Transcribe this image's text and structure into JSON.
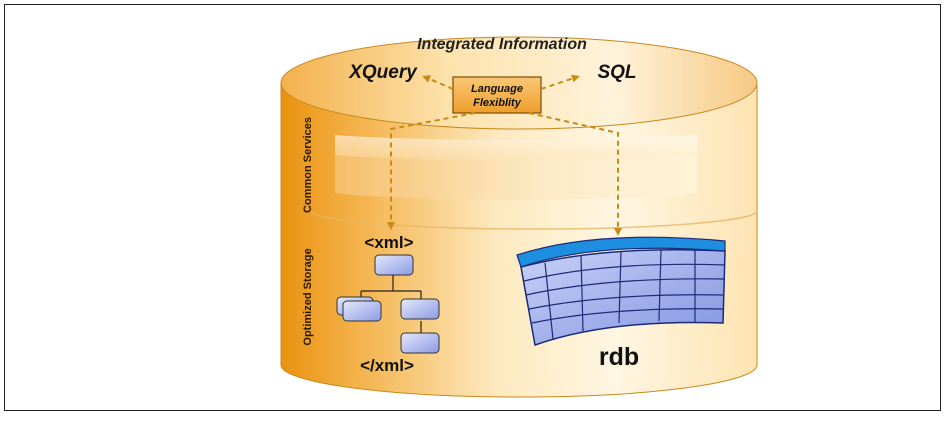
{
  "title": "Integrated Information",
  "top_labels": {
    "left": "XQuery",
    "right": "SQL",
    "center_line1": "Language",
    "center_line2": "Flexiblity"
  },
  "side_labels": {
    "upper": "Common Services",
    "lower": "Optimized Storage"
  },
  "xml": {
    "open_tag": "<xml>",
    "close_tag": "</xml>"
  },
  "rdb": {
    "label": "rdb"
  },
  "colors": {
    "orange_dark": "#e9920e",
    "orange_light": "#fde4b2",
    "arrow": "#c88a12",
    "table_header": "#1e8fe0",
    "table_body": "#a9b8f0",
    "node": "#aab4ee"
  }
}
